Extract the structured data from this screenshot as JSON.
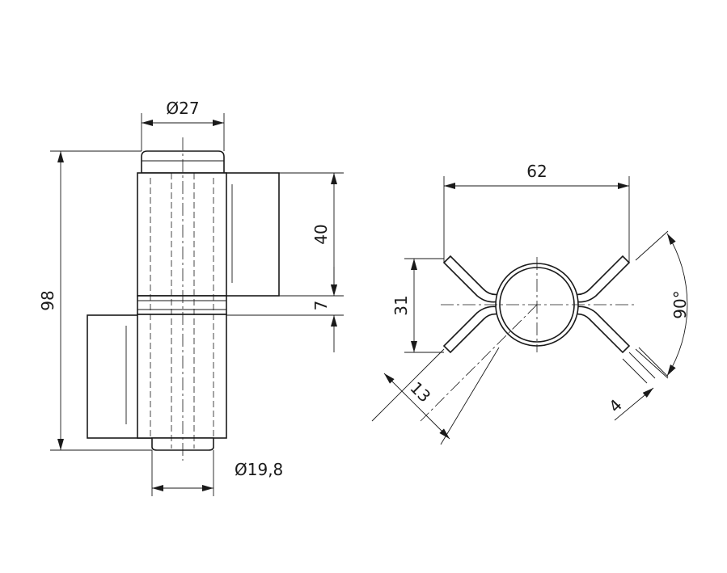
{
  "dimensions": {
    "pin_top_diameter": "Ø27",
    "pin_bottom_diameter": "Ø19,8",
    "total_height": "98",
    "upper_leaf_height": "40",
    "gap_height": "7",
    "span_width": "62",
    "leaf_spacing": "31",
    "leaf_length": "13",
    "leaf_thickness": "4",
    "leaf_angle": "90°"
  }
}
